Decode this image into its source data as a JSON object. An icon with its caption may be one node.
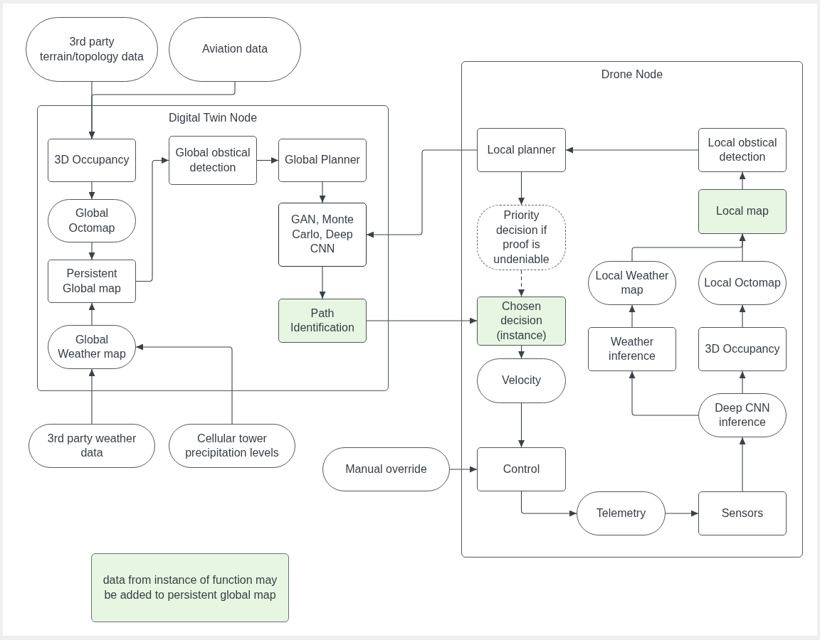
{
  "diagram": {
    "nodes": [
      {
        "text": [
          "3rd party terrain/topology data"
        ]
      },
      {
        "text": [
          "Aviation data"
        ]
      },
      {
        "text": [
          "Digital Twin Node"
        ]
      },
      {
        "text": [
          "3D Occupancy"
        ],
        "in": 2
      },
      {
        "text": [
          "Global obstical detection"
        ],
        "in": 2
      },
      {
        "text": [
          "Global Planner"
        ],
        "in": 2
      },
      {
        "text": [
          "Global Octomap"
        ],
        "in": 2
      },
      {
        "text": [
          "GAN, Monte Carlo, Deep CNN"
        ],
        "in": 2
      },
      {
        "text": [
          "Persistent Global map"
        ],
        "in": 2
      },
      {
        "text": [
          "Path Identification"
        ],
        "in": 2
      },
      {
        "text": [
          "Global Weather map"
        ],
        "in": 2
      },
      {
        "text": [
          "3rd party weather data"
        ]
      },
      {
        "text": [
          "Cellular tower precipitation levels"
        ]
      },
      {
        "text": [
          "Drone Node"
        ]
      },
      {
        "text": [
          "Local planner"
        ],
        "in": 13
      },
      {
        "text": [
          "Local obstical detection"
        ],
        "in": 13
      },
      {
        "text": [
          "Priority decision if proof is undeniable"
        ],
        "in": 13
      },
      {
        "text": [
          "Local map"
        ],
        "in": 13
      },
      {
        "text": [
          "Local Weather map"
        ],
        "in": 13
      },
      {
        "text": [
          "Local Octomap"
        ],
        "in": 13
      },
      {
        "text": [
          "Chosen decision (instance)"
        ],
        "in": 13
      },
      {
        "text": [
          "Weather inference"
        ],
        "in": 13
      },
      {
        "text": [
          "3D Occupancy"
        ],
        "in": 13
      },
      {
        "text": [
          "Velocity"
        ],
        "in": 13
      },
      {
        "text": [
          "Deep CNN inference"
        ],
        "in": 13
      },
      {
        "text": [
          "Manual override"
        ]
      },
      {
        "text": [
          "Control"
        ],
        "in": 13
      },
      {
        "text": [
          "Telemetry"
        ],
        "in": 13
      },
      {
        "text": [
          "Sensors"
        ],
        "in": 13
      },
      {
        "text": [
          "data from instance of function may be added to persistent global map"
        ]
      }
    ],
    "edges": [
      {
        "from": 0,
        "to": 3,
        "arrow": "to"
      },
      {
        "from": 1,
        "to": 3,
        "arrow": "to"
      },
      {
        "from": 3,
        "to": 6,
        "arrow": "to"
      },
      {
        "from": 6,
        "to": 8,
        "arrow": "to"
      },
      {
        "from": 8,
        "to": 4,
        "arrow": "to"
      },
      {
        "from": 4,
        "to": 5,
        "arrow": "to"
      },
      {
        "from": 5,
        "to": 7,
        "arrow": "to"
      },
      {
        "from": 7,
        "to": 9,
        "arrow": "to"
      },
      {
        "from": 10,
        "to": 8,
        "arrow": "to"
      },
      {
        "from": 11,
        "to": 10,
        "arrow": "to"
      },
      {
        "from": 12,
        "to": 10,
        "arrow": "to"
      },
      {
        "from": 14,
        "to": 7,
        "arrow": "to"
      },
      {
        "from": 15,
        "to": 14,
        "arrow": "to"
      },
      {
        "from": 14,
        "to": 16,
        "arrow": "to"
      },
      {
        "from": 16,
        "to": 20,
        "arrow": "to",
        "style": "dashed"
      },
      {
        "from": 9,
        "to": 20,
        "arrow": "to"
      },
      {
        "from": 17,
        "to": 15,
        "arrow": "to"
      },
      {
        "from": 18,
        "to": 17,
        "arrow": "to"
      },
      {
        "from": 19,
        "to": 17,
        "arrow": "to"
      },
      {
        "from": 20,
        "to": 23,
        "arrow": "to"
      },
      {
        "from": 21,
        "to": 18,
        "arrow": "to"
      },
      {
        "from": 22,
        "to": 19,
        "arrow": "to"
      },
      {
        "from": 23,
        "to": 26,
        "arrow": "to"
      },
      {
        "from": 24,
        "to": 21,
        "arrow": "to"
      },
      {
        "from": 24,
        "to": 22,
        "arrow": "to"
      },
      {
        "from": 25,
        "to": 26,
        "arrow": "to"
      },
      {
        "from": 26,
        "to": 27,
        "arrow": "to"
      },
      {
        "from": 27,
        "to": 28,
        "arrow": "to"
      },
      {
        "from": 28,
        "to": 24,
        "arrow": "to"
      }
    ]
  }
}
